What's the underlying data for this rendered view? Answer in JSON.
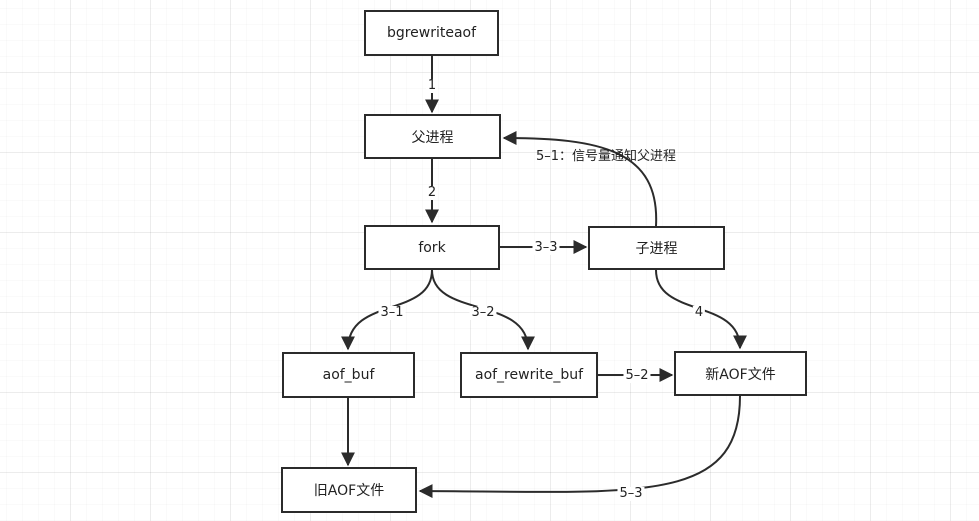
{
  "nodes": {
    "bgrewriteaof": "bgrewriteaof",
    "parent_process": "父进程",
    "fork": "fork",
    "child_process": "子进程",
    "aof_buf": "aof_buf",
    "aof_rewrite_buf": "aof_rewrite_buf",
    "new_aof_file": "新AOF文件",
    "old_aof_file": "旧AOF文件"
  },
  "edges": {
    "e1": "1",
    "e2": "2",
    "e3_1": "3–1",
    "e3_2": "3–2",
    "e3_3": "3–3",
    "e4": "4",
    "e5_1": "5–1：信号量通知父进程",
    "e5_2": "5–2",
    "e5_3": "5–3"
  },
  "colors": {
    "line": "#2b2b2b",
    "grid": "#e6e6e6",
    "background": "#ffffff"
  }
}
